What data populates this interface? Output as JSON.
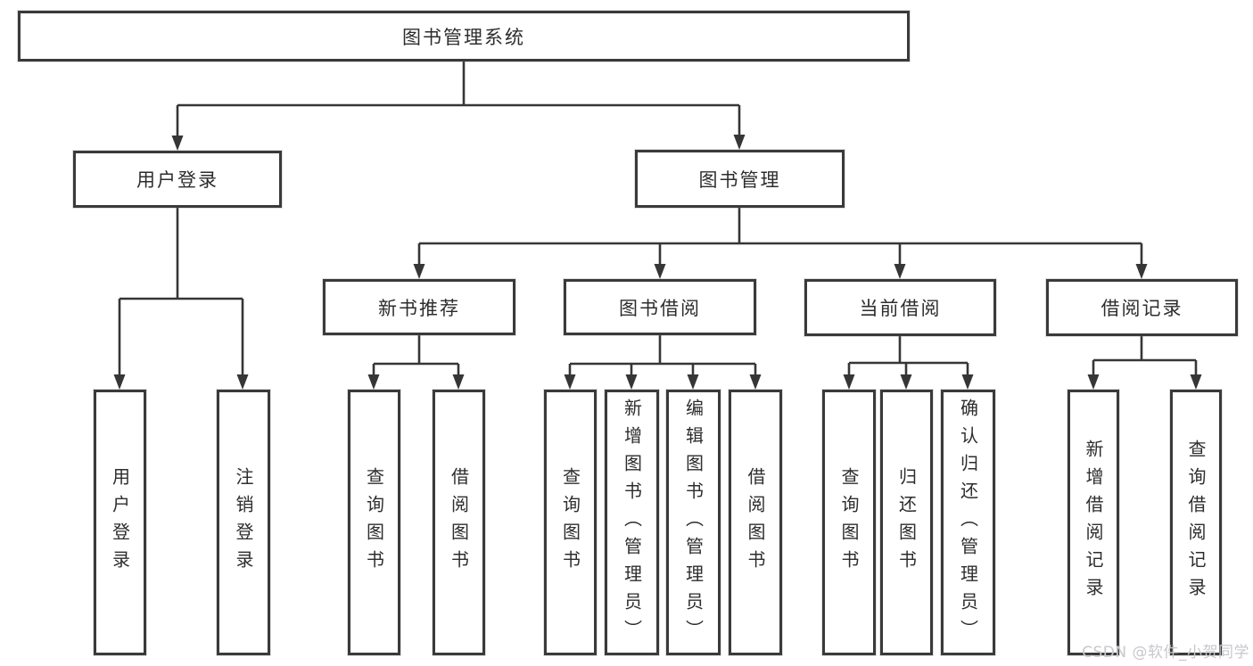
{
  "colors": {
    "line": "#363636",
    "box_border": "#3a3a3a",
    "text": "#2d2d2d",
    "watermark": "#c8c8cd",
    "background": "#ffffff"
  },
  "nodes": {
    "root": {
      "label": "图书管理系统"
    },
    "user_login": {
      "label": "用户登录"
    },
    "book_mgmt": {
      "label": "图书管理"
    },
    "new_book_rec": {
      "label": "新书推荐"
    },
    "book_borrow": {
      "label": "图书借阅"
    },
    "current_borrow": {
      "label": "当前借阅"
    },
    "borrow_records": {
      "label": "借阅记录"
    },
    "leaf_user_login": {
      "label": "用户登录"
    },
    "leaf_logout": {
      "label": "注销登录"
    },
    "leaf_query_book_rec": {
      "label": "查询图书"
    },
    "leaf_borrow_book_rec": {
      "label": "借阅图书"
    },
    "leaf_query_book_borrow": {
      "label": "查询图书"
    },
    "leaf_add_book": {
      "label": "新增图书（管理员）"
    },
    "leaf_edit_book": {
      "label": "编辑图书（管理员）"
    },
    "leaf_borrow_book": {
      "label": "借阅图书"
    },
    "leaf_query_book_current": {
      "label": "查询图书"
    },
    "leaf_return_book": {
      "label": "归还图书"
    },
    "leaf_confirm_return": {
      "label": "确认归还（管理员）"
    },
    "leaf_add_borrow_record": {
      "label": "新增借阅记录"
    },
    "leaf_query_borrow_record": {
      "label": "查询借阅记录"
    }
  },
  "hierarchy": [
    {
      "parent": "图书管理系统",
      "children": [
        "用户登录",
        "图书管理"
      ]
    },
    {
      "parent": "用户登录",
      "children": [
        "用户登录",
        "注销登录"
      ]
    },
    {
      "parent": "图书管理",
      "children": [
        "新书推荐",
        "图书借阅",
        "当前借阅",
        "借阅记录"
      ]
    },
    {
      "parent": "新书推荐",
      "children": [
        "查询图书",
        "借阅图书"
      ]
    },
    {
      "parent": "图书借阅",
      "children": [
        "查询图书",
        "新增图书（管理员）",
        "编辑图书（管理员）",
        "借阅图书"
      ]
    },
    {
      "parent": "当前借阅",
      "children": [
        "查询图书",
        "归还图书",
        "确认归还（管理员）"
      ]
    },
    {
      "parent": "借阅记录",
      "children": [
        "新增借阅记录",
        "查询借阅记录"
      ]
    }
  ],
  "watermark": {
    "text": "CSDN @软件_小贺同学"
  }
}
